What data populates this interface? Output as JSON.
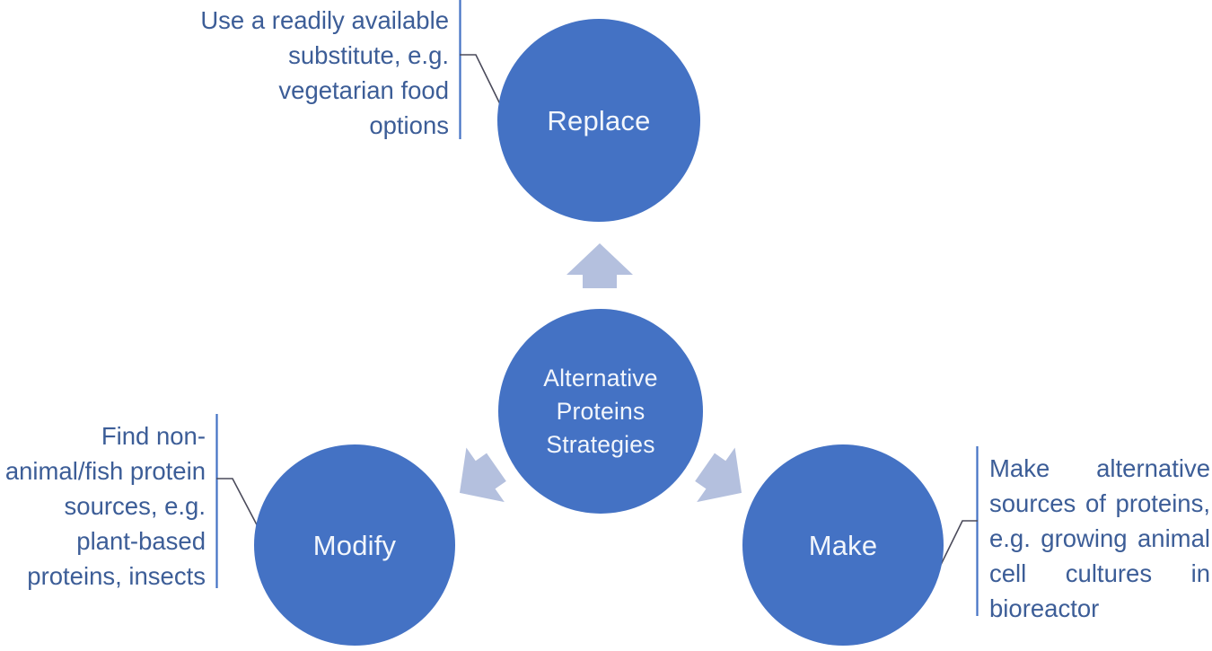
{
  "diagram": {
    "title": "Alternative Proteins Strategies",
    "type": "hub-and-spoke",
    "palette": {
      "circle_fill": "#4472C4",
      "circle_text": "#f2f6fc",
      "callout_text": "#3c5d97",
      "arrow_fill": "#b4c0de",
      "connector_line": "#4a4a5a",
      "bar": "#4472C4",
      "background": "#ffffff"
    },
    "center": {
      "label_lines": [
        "Alternative",
        "Proteins",
        "Strategies"
      ],
      "label": "Alternative Proteins Strategies"
    },
    "nodes": [
      {
        "id": "replace",
        "label": "Replace",
        "callout": "Use a readily available substitute, e.g. vegetarian food options",
        "callout_align": "right",
        "position": "top"
      },
      {
        "id": "modify",
        "label": "Modify",
        "callout": "Find non-animal/fish protein sources, e.g. plant-based proteins, insects",
        "callout_align": "right",
        "position": "bottom-left"
      },
      {
        "id": "make",
        "label": "Make",
        "callout": "Make alternative sources of proteins, e.g. growing animal cell cultures in bioreactor",
        "callout_align": "justify",
        "position": "bottom-right"
      }
    ],
    "arrows": [
      {
        "id": "arrow-up",
        "direction": "up",
        "from": "center",
        "to": "replace"
      },
      {
        "id": "arrow-down-left",
        "direction": "down-left",
        "from": "center",
        "to": "modify"
      },
      {
        "id": "arrow-down-right",
        "direction": "down-right",
        "from": "center",
        "to": "make"
      }
    ]
  }
}
